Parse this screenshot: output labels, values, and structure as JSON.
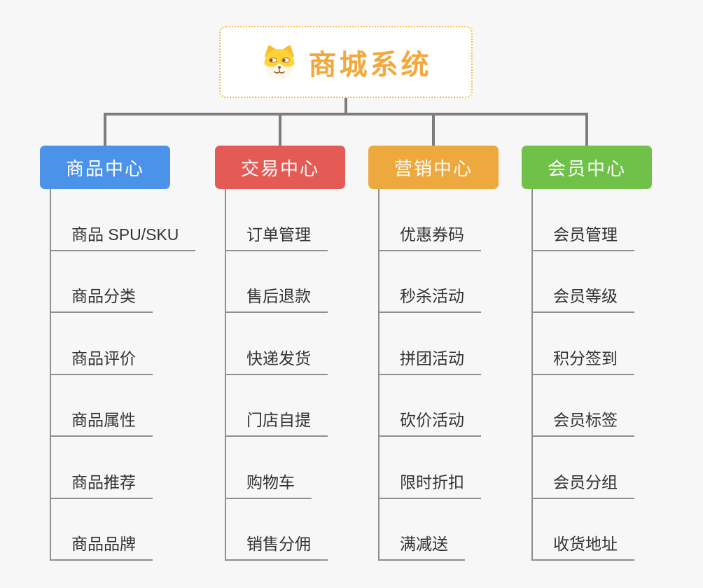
{
  "root": {
    "title": "商城系统",
    "icon": "dog-face-icon"
  },
  "branches": [
    {
      "label": "商品中心",
      "color": "#4B93E8",
      "children": [
        "商品 SPU/SKU",
        "商品分类",
        "商品评价",
        "商品属性",
        "商品推荐",
        "商品品牌"
      ]
    },
    {
      "label": "交易中心",
      "color": "#E45B56",
      "children": [
        "订单管理",
        "售后退款",
        "快递发货",
        "门店自提",
        "购物车",
        "销售分佣"
      ]
    },
    {
      "label": "营销中心",
      "color": "#EDA83E",
      "children": [
        "优惠券码",
        "秒杀活动",
        "拼团活动",
        "砍价活动",
        "限时折扣",
        "满减送"
      ]
    },
    {
      "label": "会员中心",
      "color": "#6FC14A",
      "children": [
        "会员管理",
        "会员等级",
        "积分签到",
        "会员标签",
        "会员分组",
        "收货地址"
      ]
    }
  ],
  "colors": {
    "background": "#F7F7F7",
    "connector": "#7D7D7D",
    "child_line": "#8F8F8F",
    "child_text": "#333333",
    "root_title": "#F2A83C",
    "root_border": "#F5BB4C"
  }
}
